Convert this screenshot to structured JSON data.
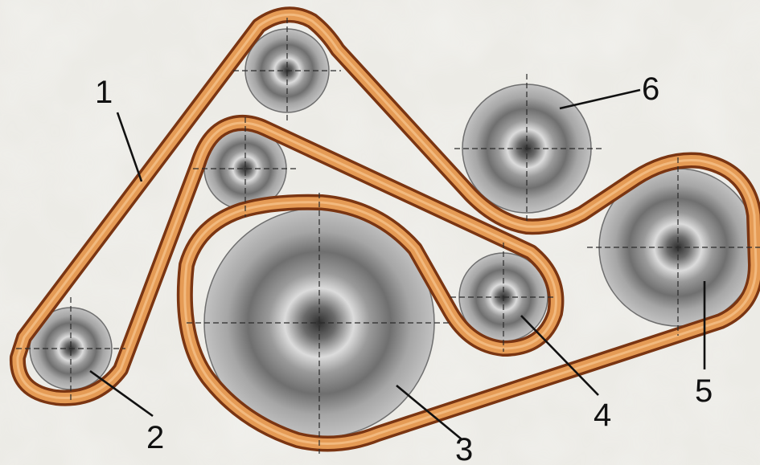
{
  "diagram": {
    "labels": [
      {
        "id": "1",
        "text": "1"
      },
      {
        "id": "2",
        "text": "2"
      },
      {
        "id": "3",
        "text": "3"
      },
      {
        "id": "4",
        "text": "4"
      },
      {
        "id": "5",
        "text": "5"
      },
      {
        "id": "6",
        "text": "6"
      }
    ],
    "colors": {
      "belt_fill": "#e59b55",
      "belt_edge": "#7a3512",
      "paper": "#ecebe6",
      "text": "#111111"
    }
  }
}
